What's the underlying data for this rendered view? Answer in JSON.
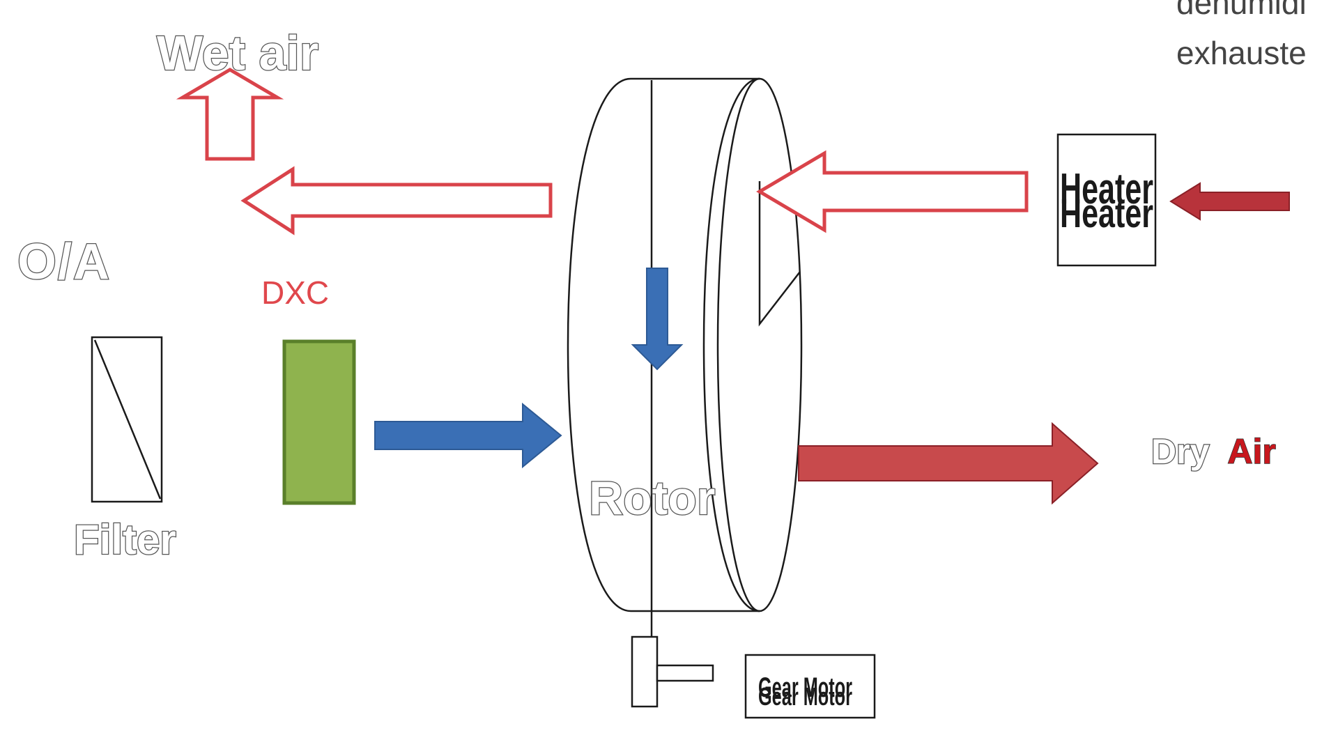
{
  "labels": {
    "wet_air": "Wet air",
    "oa": "O/A",
    "dxc": "DXC",
    "filter": "Filter",
    "rotor": "Rotor",
    "heater": "Heater",
    "gear_motor": "Gear Motor",
    "dry_word": "Dry",
    "air_word": "Air",
    "top_right_line1": "dehumidi",
    "top_right_line2": "exhauste"
  },
  "colors": {
    "wet_air_arrow": "#d9434a",
    "hot_air_arrow": "#b8333b",
    "dry_air_arrow": "#c84a4c",
    "process_air_arrow": "#3a6fb5",
    "dxc_fill": "#8fb34e",
    "dxc_stroke": "#5a7f2a",
    "dxc_label": "#e0474c",
    "air_word": "#c8171d",
    "outline_text": "#555555",
    "stroke": "#1a1a1a"
  }
}
